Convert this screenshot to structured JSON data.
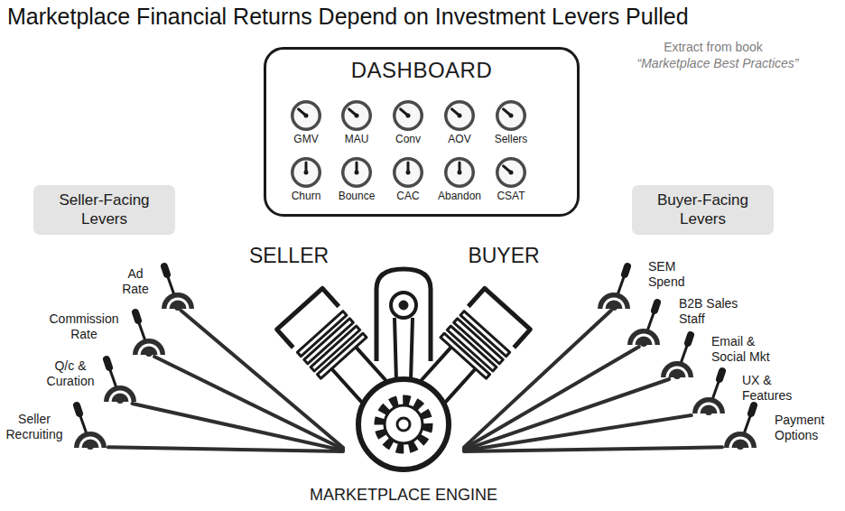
{
  "diagram": {
    "title": "Marketplace Financial Returns Depend on Investment Levers Pulled",
    "nodes": [
      {
        "text": [
          "DASHBOARD"
        ]
      },
      {
        "text": [
          "GMV"
        ],
        "in": 0
      },
      {
        "text": [
          "MAU"
        ],
        "in": 0
      },
      {
        "text": [
          "Conv"
        ],
        "in": 0
      },
      {
        "text": [
          "AOV"
        ],
        "in": 0
      },
      {
        "text": [
          "Sellers"
        ],
        "in": 0
      },
      {
        "text": [
          "Churn"
        ],
        "in": 0
      },
      {
        "text": [
          "Bounce"
        ],
        "in": 0
      },
      {
        "text": [
          "CAC"
        ],
        "in": 0
      },
      {
        "text": [
          "Abandon"
        ],
        "in": 0
      },
      {
        "text": [
          "CSAT"
        ],
        "in": 0
      },
      {
        "text": [
          "Seller-Facing Levers"
        ]
      },
      {
        "text": [
          "Buyer-Facing Levers"
        ]
      },
      {
        "text": [
          "Ad Rate"
        ]
      },
      {
        "text": [
          "Commission Rate"
        ]
      },
      {
        "text": [
          "Q/c & Curation"
        ]
      },
      {
        "text": [
          "Seller Recruiting"
        ]
      },
      {
        "text": [
          "SEM Spend"
        ]
      },
      {
        "text": [
          "B2B Sales Staff"
        ]
      },
      {
        "text": [
          "Email & Social Mkt"
        ]
      },
      {
        "text": [
          "UX & Features"
        ]
      },
      {
        "text": [
          "Payment Options"
        ]
      },
      {
        "text": [
          "MARKETPLACE ENGINE"
        ]
      }
    ],
    "edges": [
      {
        "from": 13,
        "to": 22,
        "arrow": "none"
      },
      {
        "from": 14,
        "to": 22,
        "arrow": "none"
      },
      {
        "from": 15,
        "to": 22,
        "arrow": "none"
      },
      {
        "from": 16,
        "to": 22,
        "arrow": "none"
      },
      {
        "from": 17,
        "to": 22,
        "arrow": "none"
      },
      {
        "from": 18,
        "to": 22,
        "arrow": "none"
      },
      {
        "from": 19,
        "to": 22,
        "arrow": "none"
      },
      {
        "from": 20,
        "to": 22,
        "arrow": "none"
      },
      {
        "from": 21,
        "to": 22,
        "arrow": "none"
      }
    ],
    "labels": [
      "Extract from book",
      "“Marketplace Best Practices”",
      "SELLER",
      "BUYER"
    ]
  }
}
